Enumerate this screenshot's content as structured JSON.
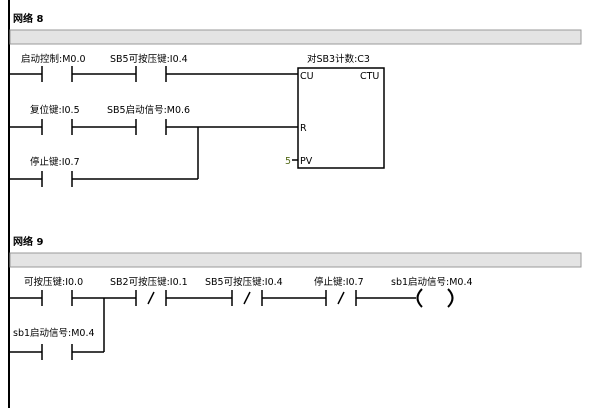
{
  "networks": [
    {
      "title": "网络 8",
      "contacts": {
        "c1": "启动控制:M0.0",
        "c2": "SB5可按压键:I0.4",
        "c3": "复位键:I0.5",
        "c4": "SB5启动信号:M0.6",
        "c5": "停止键:I0.7"
      },
      "counter": {
        "title": "对SB3计数:C3",
        "cu": "CU",
        "ctu": "CTU",
        "r": "R",
        "pv": "PV",
        "pv_value": "5"
      }
    },
    {
      "title": "网络 9",
      "contacts": {
        "c1": "可按压键:I0.0",
        "c2": "SB2可按压键:I0.1",
        "c3": "SB5可按压键:I0.4",
        "c4": "停止键:I0.7",
        "c5": "sb1启动信号:M0.4"
      },
      "coil": "sb1启动信号:M0.4"
    }
  ],
  "colors": {
    "comment_bar": "#e4e4e4",
    "wire": "#000000",
    "pv_value": "#556b1a"
  }
}
